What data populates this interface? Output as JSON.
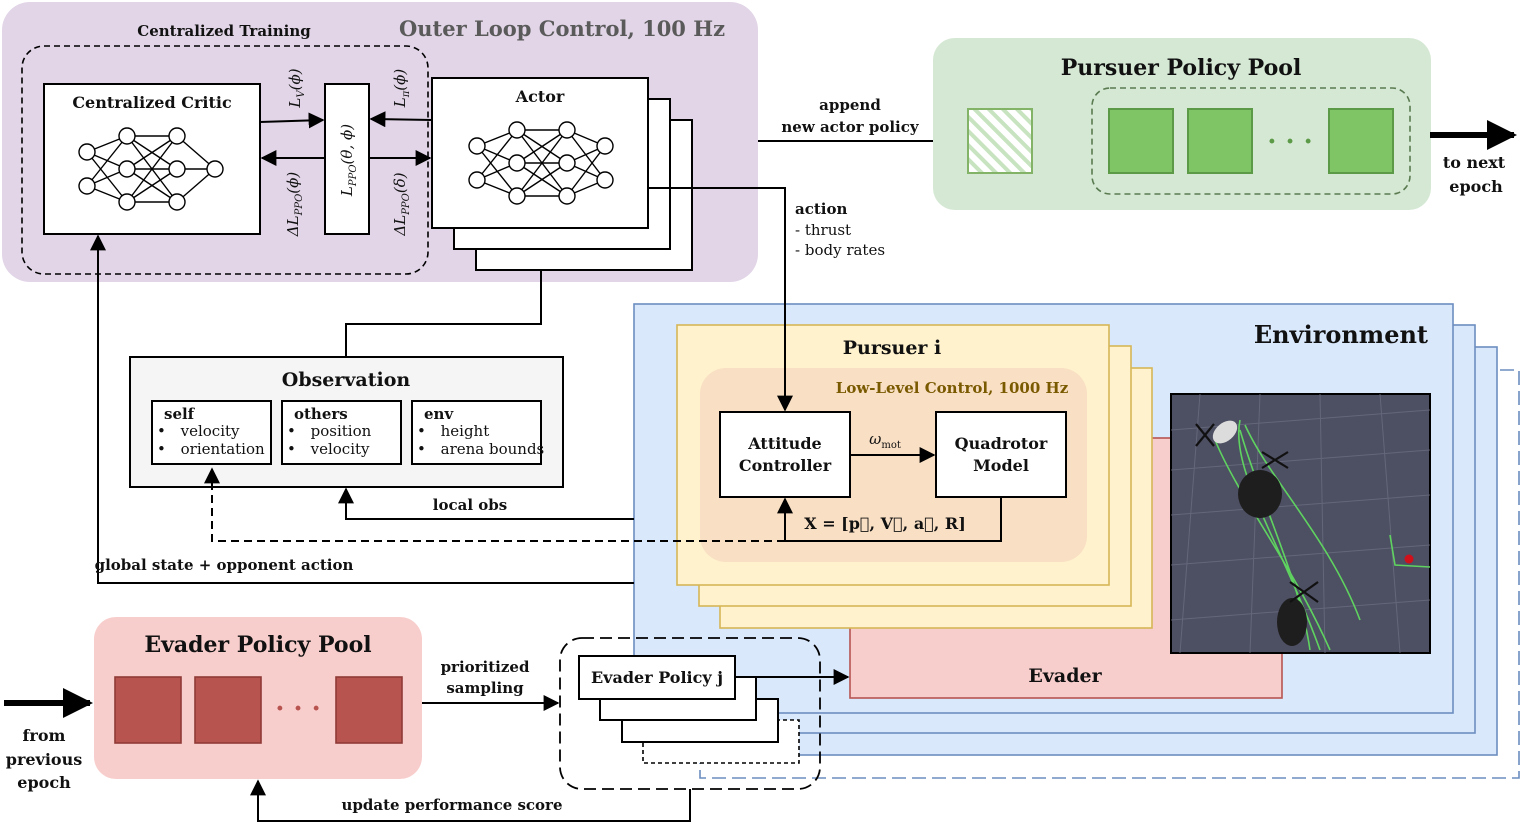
{
  "outer_loop": {
    "title": "Outer Loop Control, 100 Hz",
    "centralized_training": "Centralized Training"
  },
  "critic": {
    "title": "Centralized Critic"
  },
  "actor": {
    "title": "Actor"
  },
  "loss": {
    "lv": "L",
    "lv_sub": "V",
    "lv_arg": "(ϕ)",
    "lpi": "L",
    "lpi_sub": "π",
    "lpi_arg": "(ϕ)",
    "lppo": "L",
    "lppo_sub": "PPO",
    "lppo_arg": "(θ, ϕ)",
    "dlppo_phi": "ΔL",
    "dlppo_phi_sub": "PPO",
    "dlppo_phi_arg": "(ϕ)",
    "dlppo_delta": "ΔL",
    "dlppo_delta_sub": "PPO",
    "dlppo_delta_arg": "(δ)"
  },
  "append": {
    "line1": "append",
    "line2": "new actor policy"
  },
  "pursuer_pool": {
    "title": "Pursuer Policy Pool",
    "dots": "· · ·"
  },
  "to_next": {
    "line1": "to next",
    "line2": "epoch"
  },
  "action": {
    "title": "action",
    "item1": "- thrust",
    "item2": "- body rates"
  },
  "observation": {
    "title": "Observation",
    "self": {
      "title": "self",
      "items": [
        "velocity",
        "orientation"
      ]
    },
    "others": {
      "title": "others",
      "items": [
        "position",
        "velocity"
      ]
    },
    "env": {
      "title": "env",
      "items": [
        "height",
        "arena bounds"
      ]
    }
  },
  "environment": {
    "title": "Environment"
  },
  "pursuer": {
    "title": "Pursuer i"
  },
  "low_level": {
    "title": "Low-Level Control, 1000 Hz"
  },
  "attitude": {
    "line1": "Attitude",
    "line2": "Controller"
  },
  "quadrotor": {
    "line1": "Quadrotor",
    "line2": "Model"
  },
  "omega": {
    "symbol": "ω",
    "sub": "mot"
  },
  "state_eq": {
    "text": "X = [p⃗, V⃗, a⃗, R]"
  },
  "local_obs": "local obs",
  "global_state": "global state + opponent action",
  "evader_pool": {
    "title": "Evader Policy Pool",
    "dots": "· · ·"
  },
  "from_prev": {
    "line1": "from",
    "line2": "previous",
    "line3": "epoch"
  },
  "prioritized": {
    "line1": "prioritized",
    "line2": "sampling"
  },
  "evader_policy": "Evader Policy j",
  "evader": "Evader",
  "update": "update performance score",
  "colors": {
    "outer_bg": "#e1d5e7",
    "green_bg": "#d5e8d4",
    "green_box": "#7fc465",
    "red_bg": "#f8cecc",
    "red_box": "#b85450",
    "blue_bg": "#dae8fc",
    "yellow_bg": "#fff2cc",
    "orange_bg": "#f9dfc4",
    "low_title": "#7a5a00"
  }
}
